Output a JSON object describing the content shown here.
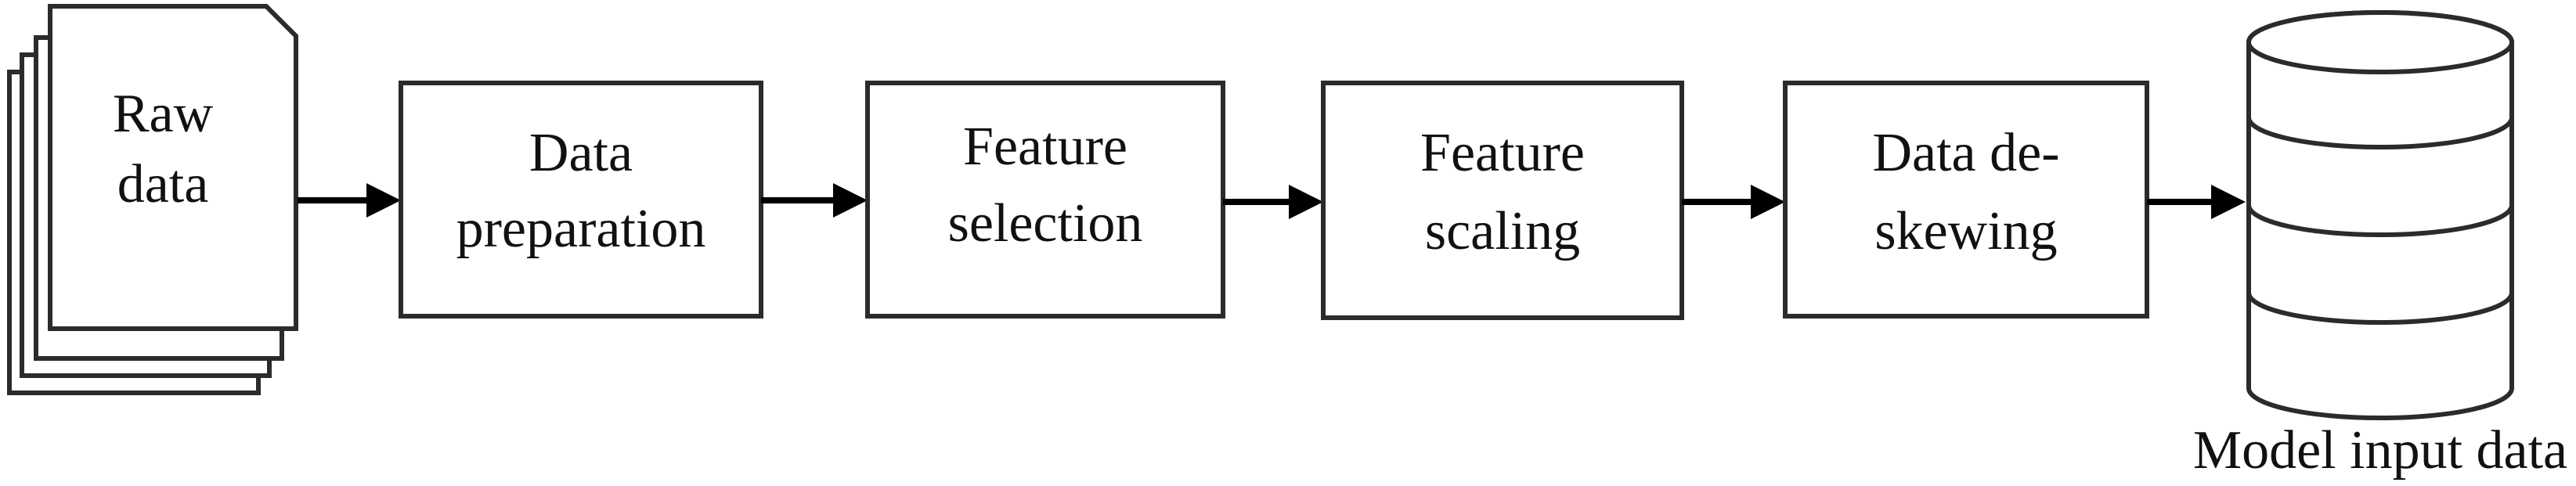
{
  "diagram": {
    "source": {
      "line1": "Raw",
      "line2": "data",
      "icon": "document-stack-icon"
    },
    "steps": [
      {
        "line1": "Data",
        "line2": "preparation"
      },
      {
        "line1": "Feature",
        "line2": "selection"
      },
      {
        "line1": "Feature",
        "line2": "scaling"
      },
      {
        "line1": "Data de-",
        "line2": "skewing"
      }
    ],
    "output": {
      "label": "Model input data",
      "icon": "database-icon"
    }
  }
}
